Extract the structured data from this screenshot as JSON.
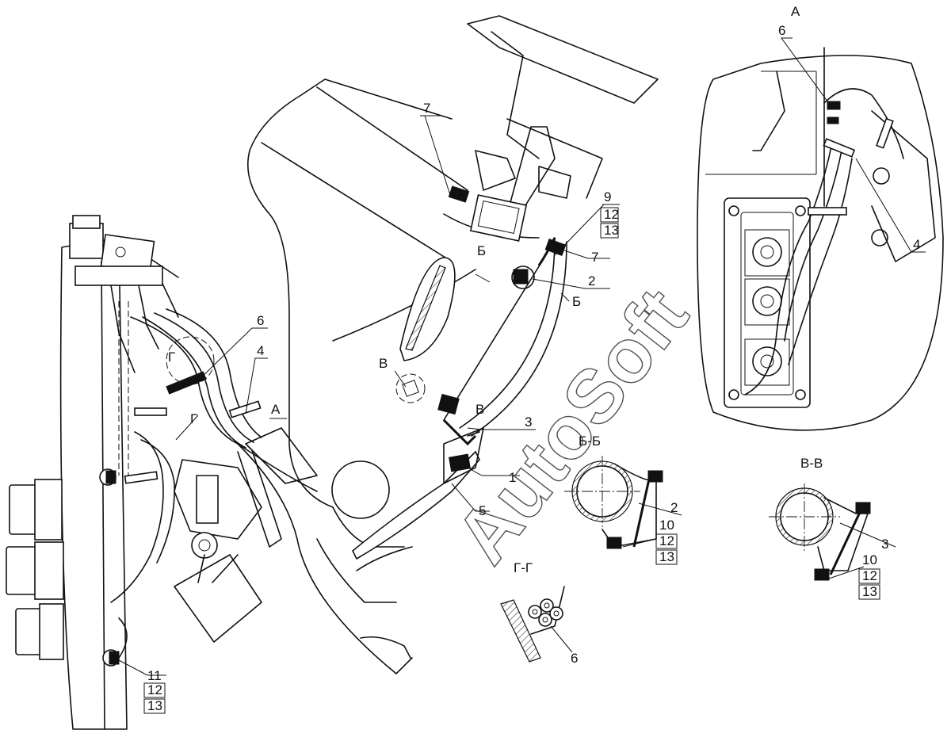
{
  "watermark": "AutoSoft",
  "views": {
    "view_a": "А",
    "section_bb": "Б-Б",
    "section_vv": "В-В",
    "section_gg": "Г-Г"
  },
  "section_marks": {
    "b_top": "Б",
    "b_bottom": "Б",
    "v_top": "В",
    "v_bottom": "В",
    "g_top": "Г",
    "g_bottom": "Г",
    "a_arrow": "А"
  },
  "callouts": {
    "main": [
      {
        "id": "7a",
        "number": "7"
      },
      {
        "id": "9",
        "number": "9",
        "sub": [
          "12",
          "13"
        ]
      },
      {
        "id": "7b",
        "number": "7"
      },
      {
        "id": "2",
        "number": "2"
      },
      {
        "id": "3",
        "number": "3"
      },
      {
        "id": "1",
        "number": "1"
      },
      {
        "id": "5",
        "number": "5"
      },
      {
        "id": "6",
        "number": "6"
      },
      {
        "id": "4",
        "number": "4"
      },
      {
        "id": "11",
        "number": "11",
        "sub": [
          "12",
          "13"
        ]
      }
    ],
    "view_a": [
      {
        "id": "6",
        "number": "6"
      },
      {
        "id": "4",
        "number": "4"
      }
    ],
    "section_bb": [
      {
        "id": "2",
        "number": "2"
      },
      {
        "id": "10",
        "number": "10",
        "sub": [
          "12",
          "13"
        ]
      }
    ],
    "section_vv": [
      {
        "id": "3",
        "number": "3"
      },
      {
        "id": "10",
        "number": "10",
        "sub": [
          "12",
          "13"
        ]
      }
    ],
    "section_gg": [
      {
        "id": "6",
        "number": "6"
      }
    ]
  }
}
